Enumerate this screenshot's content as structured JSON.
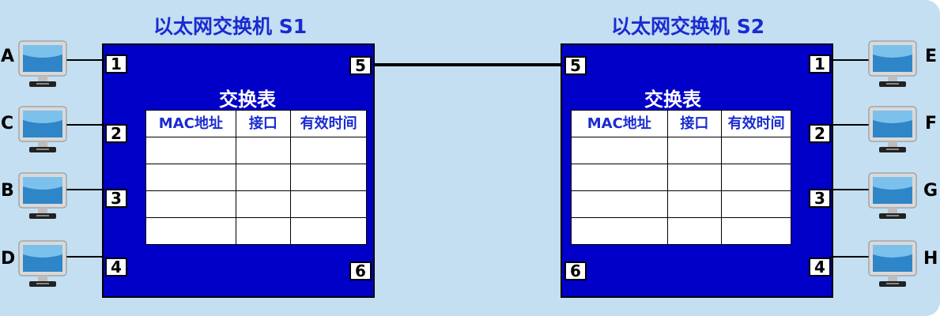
{
  "switches": {
    "s1": {
      "title": "以太网交换机 S1",
      "table_title": "交换表",
      "ports": {
        "p1": "1",
        "p2": "2",
        "p3": "3",
        "p4": "4",
        "p5": "5",
        "p6": "6"
      }
    },
    "s2": {
      "title": "以太网交换机 S2",
      "table_title": "交换表",
      "ports": {
        "p1": "1",
        "p2": "2",
        "p3": "3",
        "p4": "4",
        "p5": "5",
        "p6": "6"
      }
    }
  },
  "table_headers": [
    "MAC地址",
    "接口",
    "有效时间"
  ],
  "hosts": {
    "left": [
      "A",
      "C",
      "B",
      "D"
    ],
    "right": [
      "E",
      "F",
      "G",
      "H"
    ]
  },
  "colors": {
    "background": "#c4dff2",
    "switch_fill": "#0000c8",
    "title_text": "#1a2bd0",
    "table_header_text": "#1a2bd0",
    "monitor_screen": "#2e86c8"
  },
  "icons": {
    "host": "computer-monitor-icon"
  }
}
